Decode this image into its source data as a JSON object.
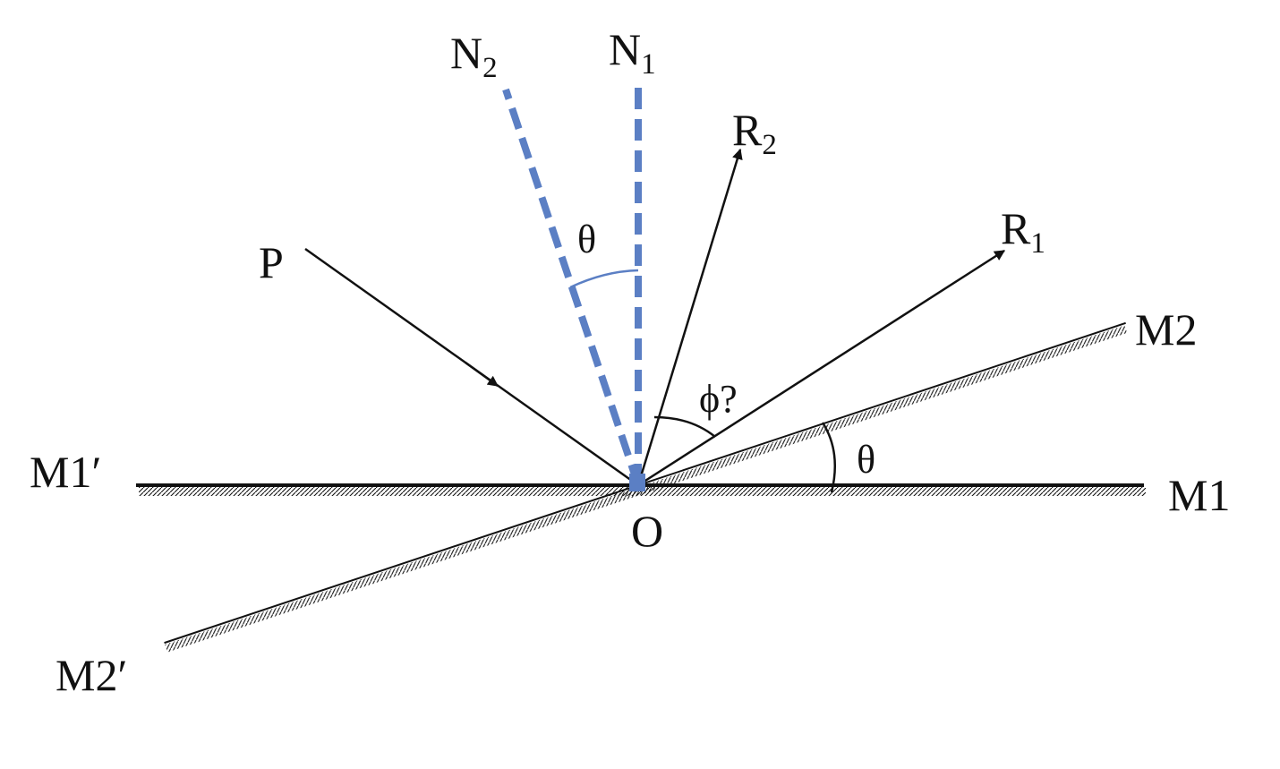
{
  "diagram": {
    "labels": {
      "n1_main": "N",
      "n1_sub": "1",
      "n2_main": "N",
      "n2_sub": "2",
      "r1_main": "R",
      "r1_sub": "1",
      "r2_main": "R",
      "r2_sub": "2",
      "p": "P",
      "o": "O",
      "m1": "M1",
      "m1_prime": "M1′",
      "m2": "M2",
      "m2_prime": "M2′",
      "theta_normals": "θ",
      "theta_mirrors": "θ",
      "phi": "ϕ?"
    },
    "colors": {
      "normal_dashed": "#5b7fc4",
      "ray": "#111111",
      "mirror": "#111111"
    }
  }
}
